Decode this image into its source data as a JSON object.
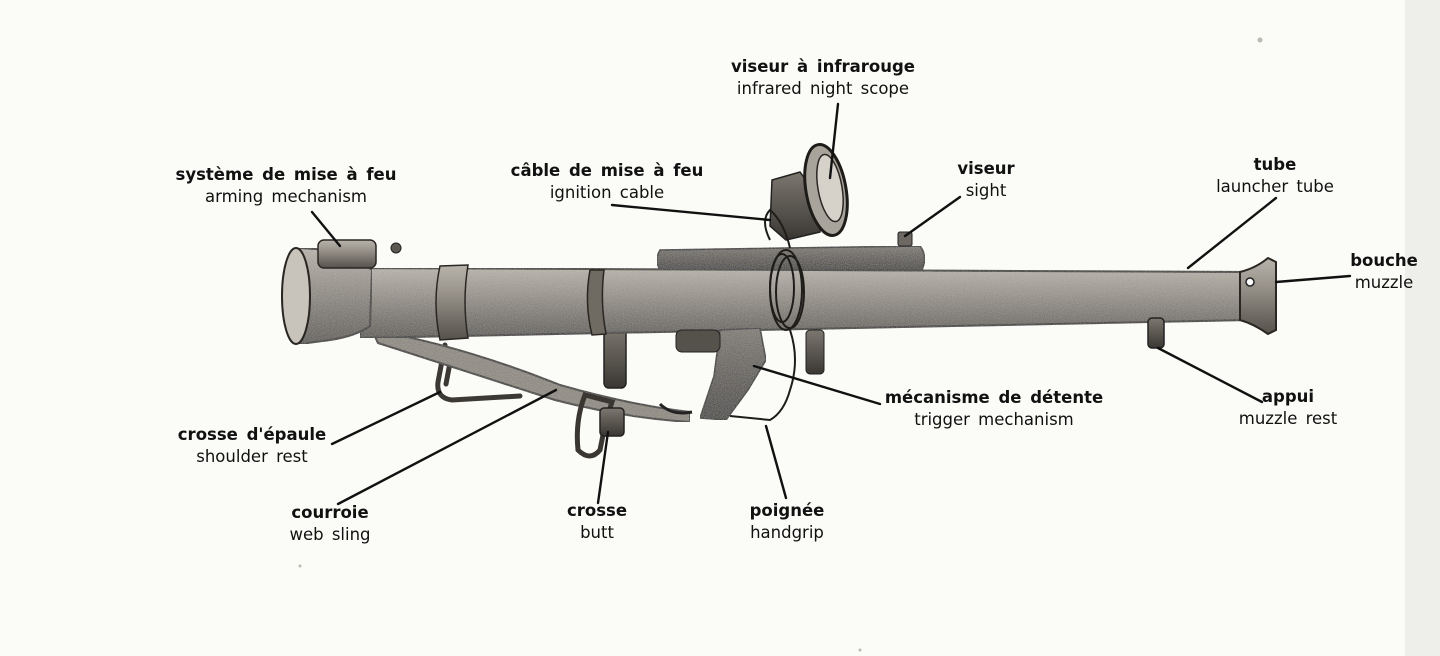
{
  "labels": {
    "night_scope": {
      "fr": "viseur à infrarouge",
      "en": "infrared night scope"
    },
    "arming_mechanism": {
      "fr": "système de mise à feu",
      "en": "arming mechanism"
    },
    "ignition_cable": {
      "fr": "câble de mise à feu",
      "en": "ignition cable"
    },
    "sight": {
      "fr": "viseur",
      "en": "sight"
    },
    "launcher_tube": {
      "fr": "tube",
      "en": "launcher tube"
    },
    "muzzle": {
      "fr": "bouche",
      "en": "muzzle"
    },
    "trigger_mechanism": {
      "fr": "mécanisme de détente",
      "en": "trigger mechanism"
    },
    "muzzle_rest": {
      "fr": "appui",
      "en": "muzzle rest"
    },
    "shoulder_rest": {
      "fr": "crosse d'épaule",
      "en": "shoulder rest"
    },
    "web_sling": {
      "fr": "courroie",
      "en": "web sling"
    },
    "butt": {
      "fr": "crosse",
      "en": "butt"
    },
    "handgrip": {
      "fr": "poignée",
      "en": "handgrip"
    }
  },
  "colors": {
    "ink": "#111111",
    "metal": "#8f8a82",
    "metal_dark": "#4b4844",
    "paper": "#fbfbf8"
  }
}
